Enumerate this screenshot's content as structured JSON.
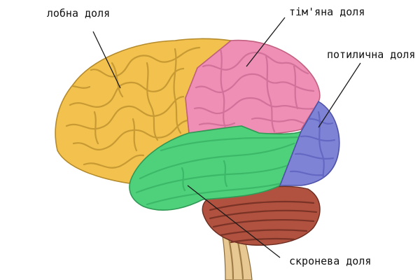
{
  "labels": {
    "frontal": "лобна доля",
    "parietal": "тім'яна доля",
    "occipital": "потилична доля",
    "temporal": "скронева доля"
  },
  "colors": {
    "frontal": "#f2c14e",
    "parietal": "#ef8fb5",
    "occipital": "#7f83d6",
    "temporal": "#4fd17c",
    "cerebellum": "#b0523f",
    "brainstem": "#e8c892"
  }
}
